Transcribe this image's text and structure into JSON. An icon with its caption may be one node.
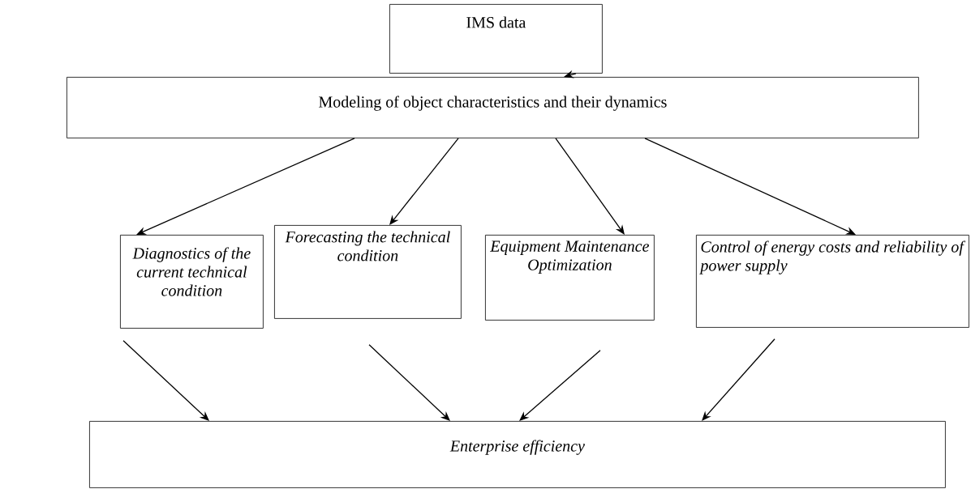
{
  "diagram": {
    "nodes": [
      {
        "text": [
          "IMS data"
        ]
      },
      {
        "text": [
          "Modeling of object characteristics and their dynamics"
        ]
      },
      {
        "text": [
          "Diagnostics of the current technical condition"
        ]
      },
      {
        "text": [
          "Forecasting the technical condition"
        ]
      },
      {
        "text": [
          "Equipment Maintenance Optimization"
        ]
      },
      {
        "text": [
          "Control of energy costs and reliability of power supply"
        ]
      },
      {
        "text": [
          "Enterprise efficiency"
        ]
      }
    ],
    "edges": [
      {
        "from": 0,
        "to": 1,
        "arrow": "to"
      },
      {
        "from": 1,
        "to": 2,
        "arrow": "to"
      },
      {
        "from": 1,
        "to": 3,
        "arrow": "to"
      },
      {
        "from": 1,
        "to": 4,
        "arrow": "to"
      },
      {
        "from": 1,
        "to": 5,
        "arrow": "to"
      },
      {
        "from": 2,
        "to": 6,
        "arrow": "to"
      },
      {
        "from": 3,
        "to": 6,
        "arrow": "to"
      },
      {
        "from": 4,
        "to": 6,
        "arrow": "to"
      },
      {
        "from": 5,
        "to": 6,
        "arrow": "to"
      }
    ]
  }
}
